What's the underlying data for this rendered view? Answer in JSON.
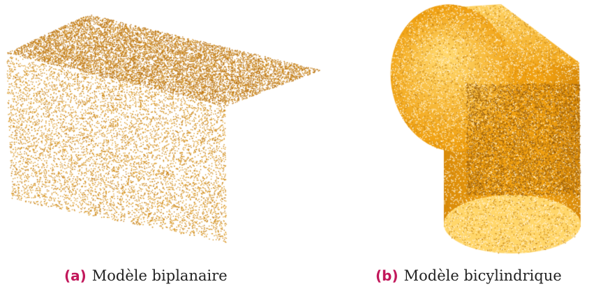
{
  "figures": [
    {
      "id": "a",
      "tag": "(a)",
      "caption": "Modèle biplanaire",
      "model": "biplanar",
      "point_colors": [
        "#d4901a",
        "#c07a16",
        "#e2a02a",
        "#b56f12"
      ]
    },
    {
      "id": "b",
      "tag": "(b)",
      "caption": "Modèle bicylindrique",
      "model": "bicylindrical",
      "point_colors": [
        "#a86a10",
        "#8a5208",
        "#c98512",
        "#fff4d8"
      ]
    }
  ],
  "colors": {
    "caption_tag": "#c2185b",
    "caption_text": "#222222",
    "surface_orange": "#f0a010",
    "surface_light": "#ffd66a",
    "surface_shadow": "#d98a08"
  }
}
